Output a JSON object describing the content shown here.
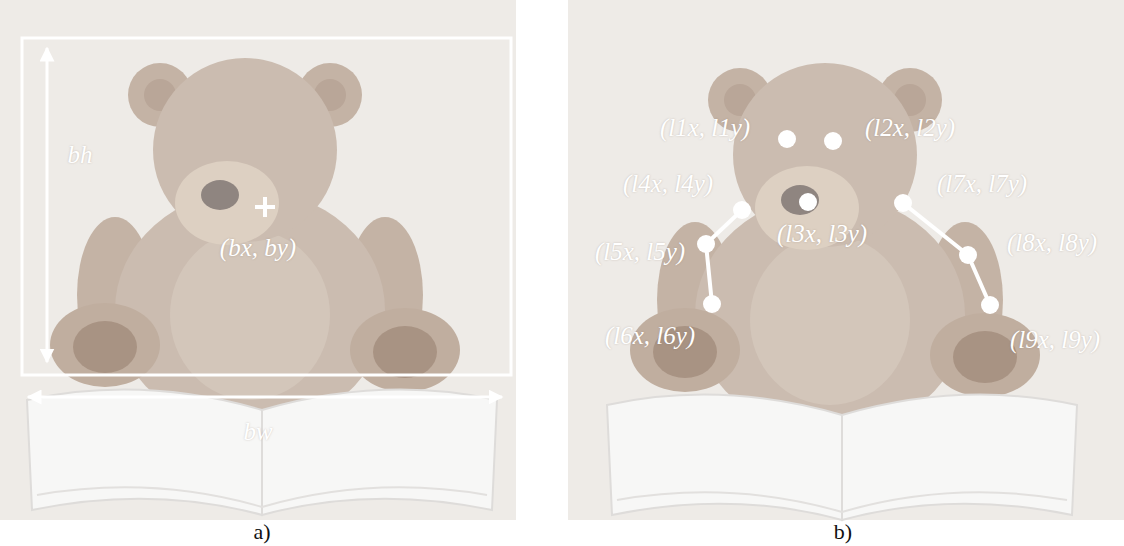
{
  "diagram": {
    "labels": [
      "bh",
      "(bx, by)",
      "bw",
      "a)",
      "(l1x, l1y)",
      "(l2x, l2y)",
      "(l4x, l4y)",
      "(l7x, l7y)",
      "(l3x, l3y)",
      "(l5x, l5y)",
      "(l8x, l8y)",
      "(l6x, l6y)",
      "(l9x, l9y)",
      "b)"
    ]
  }
}
